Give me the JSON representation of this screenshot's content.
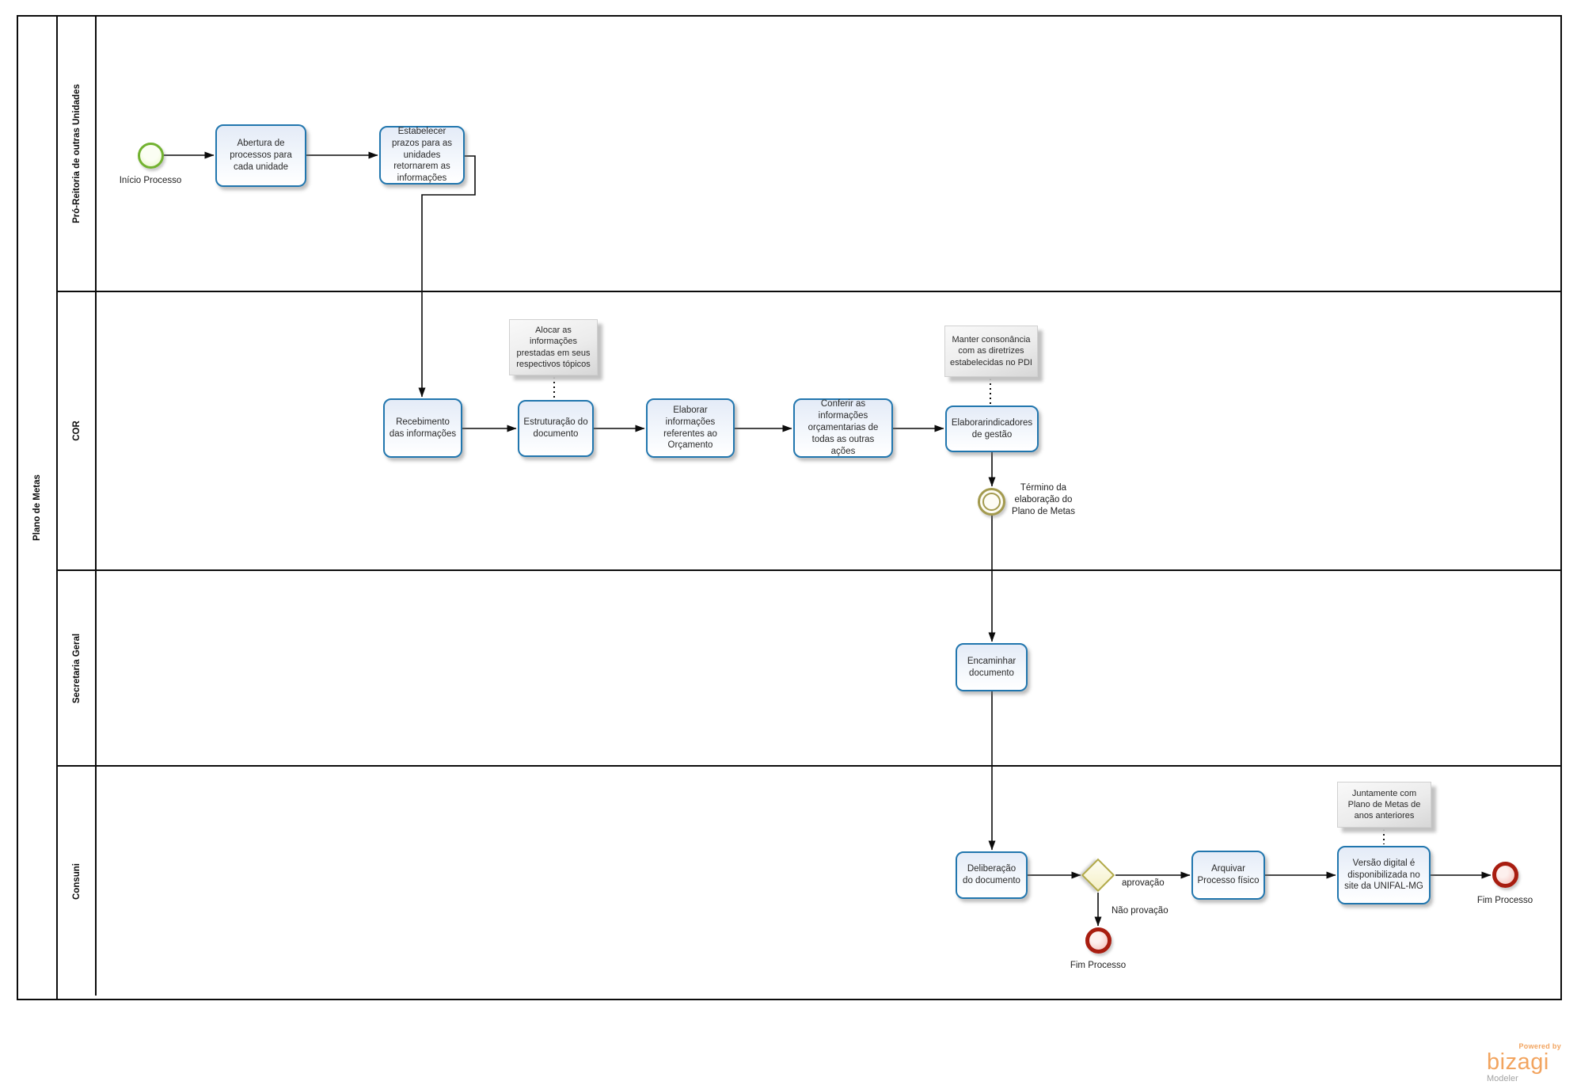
{
  "pool": {
    "label": "Plano de Metas"
  },
  "lanes": {
    "pro_reitoria": {
      "label": "Pró-Reitoria de outras Unidades"
    },
    "cor": {
      "label": "COR"
    },
    "secretaria": {
      "label": "Secretaria Geral"
    },
    "consuni": {
      "label": "Consuni"
    }
  },
  "events": {
    "start": {
      "label": "Início Processo"
    },
    "termino": {
      "label": "Término da elaboração do Plano de Metas"
    },
    "fim_nao_aprovado": {
      "label": "Fim Processo"
    },
    "fim_final": {
      "label": "Fim Processo"
    }
  },
  "tasks": {
    "abertura": {
      "label": "Abertura de processos para cada unidade"
    },
    "estabelecer_prazos": {
      "label": "Estabelecer prazos para as unidades retornarem as informações"
    },
    "recebimento": {
      "label": "Recebimento das informações"
    },
    "estruturacao": {
      "label": "Estruturação do documento"
    },
    "elaborar_orcamento": {
      "label": "Elaborar informações referentes ao Orçamento"
    },
    "conferir": {
      "label": "Conferir as informações orçamentarias de todas as outras ações"
    },
    "indicadores": {
      "label": "Elaborarindicadores de gestão"
    },
    "encaminhar": {
      "label": "Encaminhar documento"
    },
    "deliberacao": {
      "label": "Deliberação do documento"
    },
    "arquivar": {
      "label": "Arquivar Processo físico"
    },
    "versao_digital": {
      "label": "Versão digital é disponibilizada no site da UNIFAL-MG"
    }
  },
  "gateway": {
    "approve_label": "aprovação",
    "reject_label": "Não provação"
  },
  "annotations": {
    "alocar": {
      "label": "Alocar as informações prestadas em seus respectivos tópicos"
    },
    "consonancia": {
      "label": "Manter consonância com as diretrizes estabelecidas no PDI"
    },
    "juntamente": {
      "label": "Juntamente com Plano de Metas de anos anteriores"
    }
  },
  "branding": {
    "powered_by": "Powered by",
    "logo": "bizagi",
    "product": "Modeler"
  },
  "colors": {
    "task_border": "#2176ae",
    "start_border": "#72b230",
    "intermediate_border": "#a39a4e",
    "end_border": "#a81d10",
    "gateway_border": "#b2aa48",
    "line": "#0c0c0c",
    "logo_orange": "#f2a45f",
    "logo_gray": "#a3a3a3"
  }
}
